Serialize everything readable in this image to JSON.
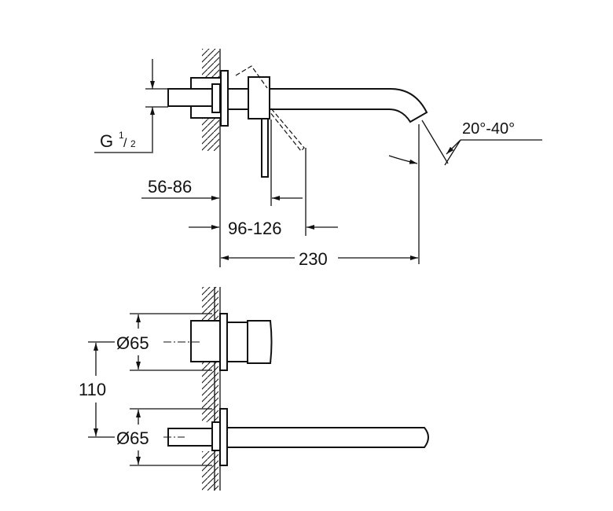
{
  "labels": {
    "thread": "G",
    "thread_num": "1",
    "thread_den": "2",
    "wall_depth": "56-86",
    "lever_offset": "96-126",
    "spout_length": "230",
    "spout_angle": "20°-40°",
    "diameter_top": "Ø65",
    "diameter_bottom": "Ø65",
    "center_distance": "110"
  }
}
